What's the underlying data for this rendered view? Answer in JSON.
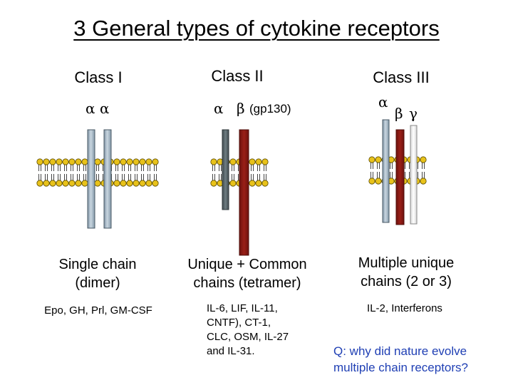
{
  "title": "3 General types of cytokine receptors",
  "classes": [
    {
      "label": "Class I",
      "chains": [
        "α",
        "α"
      ],
      "description": [
        "Single chain",
        "(dimer)"
      ],
      "examples": [
        "Epo, GH, Prl, GM-CSF"
      ]
    },
    {
      "label": "Class II",
      "chains": [
        "α",
        "β",
        "(gp130)"
      ],
      "description": [
        "Unique + Common",
        "chains (tetramer)"
      ],
      "examples": [
        "IL-6, LIF, IL-11,",
        "CNTF), CT-1,",
        "CLC, OSM, IL-27",
        "and IL-31."
      ]
    },
    {
      "label": "Class III",
      "chains": [
        "α",
        "β",
        "γ"
      ],
      "description": [
        "Multiple unique",
        "chains (2 or 3)"
      ],
      "examples": [
        "IL-2, Interferons"
      ]
    }
  ],
  "question": [
    "Q: why did nature evolve",
    "multiple chain receptors?"
  ],
  "colors": {
    "chain_light_blue": "#a9bccb",
    "chain_dark_gray": "#5d6b70",
    "chain_red": "#8b1a14",
    "chain_white": "#f2f2f2",
    "lipid_head": "#e8c21a",
    "question_text": "#1f3fb4"
  }
}
